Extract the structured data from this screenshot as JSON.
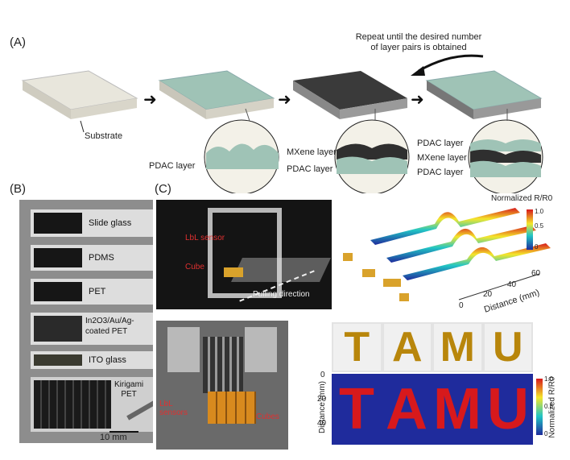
{
  "panels": {
    "a_label": "(A)",
    "b_label": "(B)",
    "c_label": "(C)"
  },
  "panel_a": {
    "repeat_note_line1": "Repeat until the desired number",
    "repeat_note_line2": "of layer pairs is obtained",
    "substrate": "Substrate",
    "pdac_layer_1": "PDAC layer",
    "mxene_layer_2": "MXene layer",
    "pdac_layer_2": "PDAC layer",
    "pdac_layer_3a": "PDAC layer",
    "mxene_layer_3": "MXene layer",
    "pdac_layer_3b": "PDAC layer"
  },
  "panel_b": {
    "samples": [
      "Slide glass",
      "PDMS",
      "PET",
      "In2O3/Au/Ag-",
      "coated PET",
      "ITO glass"
    ],
    "kirigami_line1": "Kirigami",
    "kirigami_line2": "PET",
    "scale_bar": "10 mm"
  },
  "panel_c": {
    "lbl_sensor": "LbL sensor",
    "cube": "Cube",
    "pulling_direction": "Pulling direction",
    "colorbar_title": "Normalized R/R0",
    "colorbar_top": "1.0",
    "colorbar_mid": "0.5",
    "colorbar_bot": "0",
    "distance_label": "Distance (mm)",
    "dist_ticks": [
      "0",
      "20",
      "40",
      "60"
    ],
    "lbl_sensors_line1": "LbL",
    "lbl_sensors_line2": "sensors",
    "cubes": "Cubes",
    "tamu_letters": [
      "T",
      "A",
      "M",
      "U"
    ],
    "heat_distance_label": "Distance (mm)",
    "heat_ticks": [
      "0",
      "20",
      "40"
    ],
    "heat_cb_top": "1.0",
    "heat_cb_mid": "0.5",
    "heat_cb_bot": "0",
    "heat_cb_title": "Normalized R/R0"
  },
  "colors": {
    "substrate": "#e8e6dc",
    "pdac": "#9fc3b6",
    "mxene": "#3a3a3a",
    "heat_high": "#d7191c",
    "heat_low": "#1f2b9c"
  }
}
